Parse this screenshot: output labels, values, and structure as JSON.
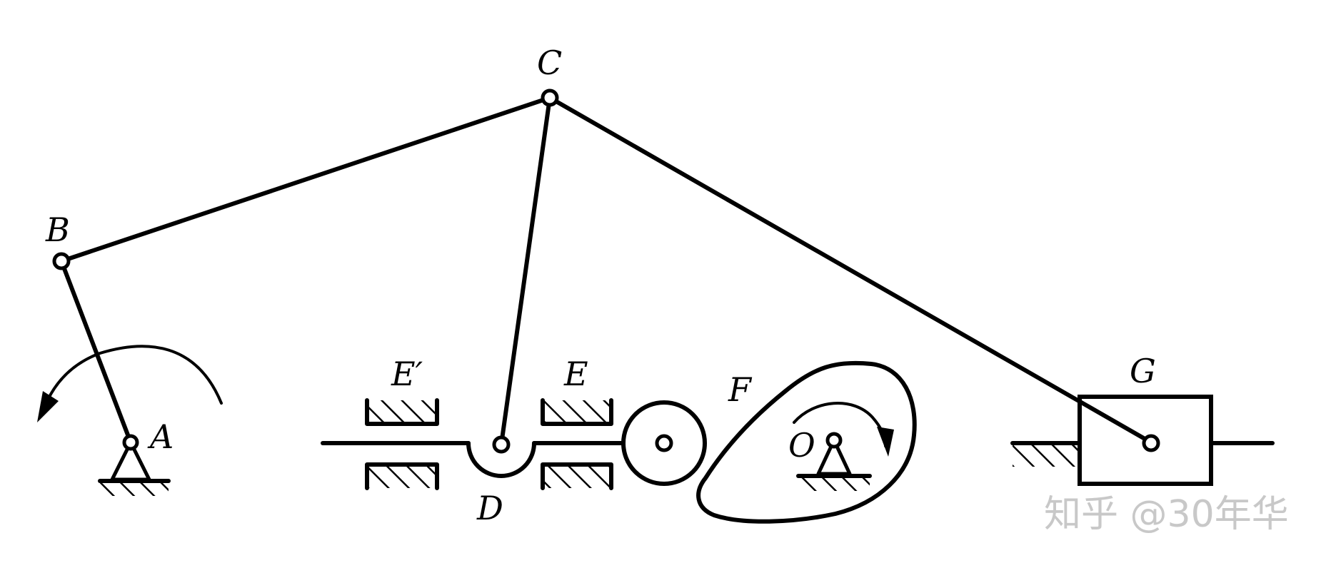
{
  "labels": {
    "A": "A",
    "B": "B",
    "C": "C",
    "D": "D",
    "E": "E",
    "E_prime": "E′",
    "F": "F",
    "G": "G",
    "O": "O"
  },
  "watermark": "知乎 @30年华",
  "icons": [
    "rotation-arrow-icon",
    "ground-hatch-icon",
    "pivot-support-icon"
  ],
  "colors": {
    "ink": "#000000",
    "paper": "#ffffff",
    "watermark": "#c8c8c8"
  }
}
